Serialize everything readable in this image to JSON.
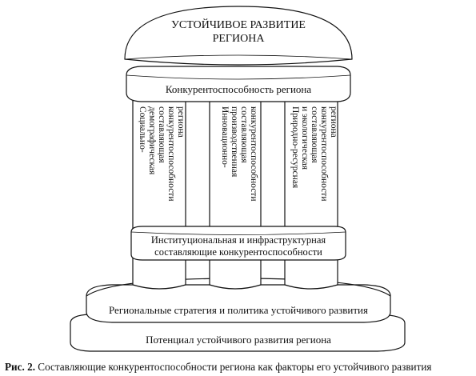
{
  "dome": {
    "line1": "УСТОЙЧИВОЕ РАЗВИТИЕ",
    "line2": "РЕГИОНА"
  },
  "top_band": {
    "label": "Конкурентоспособность региона"
  },
  "columns": [
    {
      "lines": [
        "Социально-",
        "демографическая",
        "составляющая",
        "конкурентоспособности",
        "региона"
      ]
    },
    {
      "lines": [
        "Инновационно-",
        "производственная",
        "составляющая",
        "конкурентоспособности"
      ]
    },
    {
      "lines": [
        "Природно-ресурсная",
        "и экологическая",
        "составляющая",
        "конкурентоспособности",
        "региона"
      ]
    }
  ],
  "middle_band": {
    "line1": "Институциональная и инфраструктурная",
    "line2": "составляющие конкурентоспособности"
  },
  "base_upper": {
    "label": "Региональные стратегия и политика устойчивого развития"
  },
  "base_lower": {
    "label": "Потенциал устойчивого развития региона"
  },
  "caption": {
    "prefix": "Рис. 2.",
    "text": "Составляющие конкурентоспособности региона как факторы его устойчивого развития"
  }
}
